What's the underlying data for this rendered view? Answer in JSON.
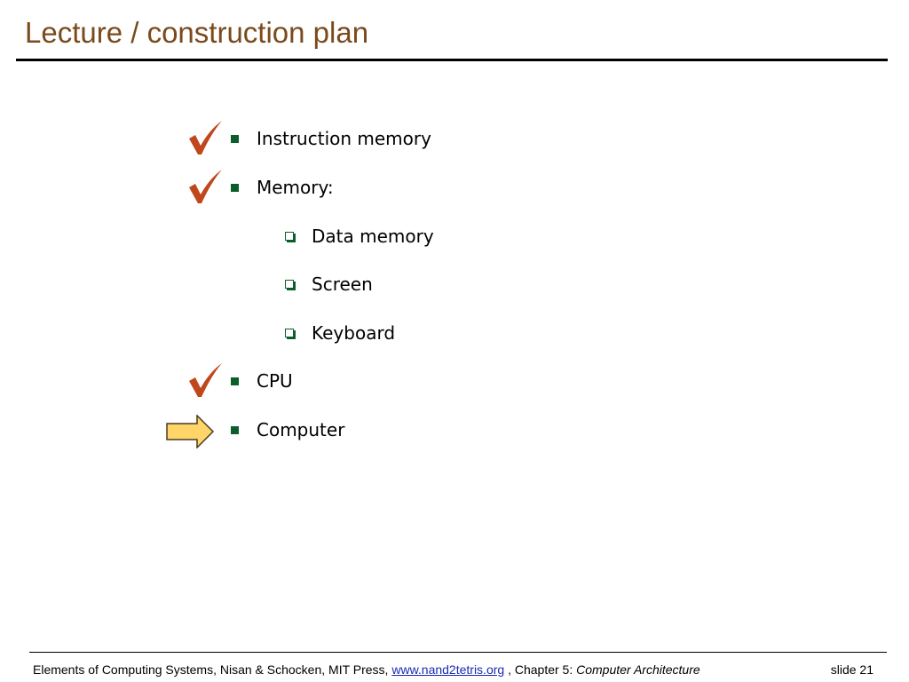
{
  "title": "Lecture / construction plan",
  "bullets": [
    {
      "text": "Instruction memory",
      "level": 1,
      "marker": "check"
    },
    {
      "text": "Memory:",
      "level": 1,
      "marker": "check"
    },
    {
      "text": "Data memory",
      "level": 2,
      "marker": "none"
    },
    {
      "text": "Screen",
      "level": 2,
      "marker": "none"
    },
    {
      "text": "Keyboard",
      "level": 2,
      "marker": "none"
    },
    {
      "text": "CPU",
      "level": 1,
      "marker": "check"
    },
    {
      "text": "Computer",
      "level": 1,
      "marker": "arrow"
    }
  ],
  "footer": {
    "prefix": "Elements of Computing Systems, Nisan & Schocken, MIT Press,",
    "link": "www.nand2tetris.org",
    "middle": ", Chapter 5:",
    "chapter_title": "Computer Architecture",
    "slide_number": "slide 21"
  },
  "colors": {
    "title": "#7a4a1c",
    "bullet": "#0b5e2a",
    "check": "#c0471c",
    "arrow_fill": "#ffd56a",
    "arrow_stroke": "#4a3a20",
    "link": "#1a2ab5"
  },
  "icons": {
    "done_marker": "check-icon",
    "current_marker": "right-arrow-icon"
  }
}
